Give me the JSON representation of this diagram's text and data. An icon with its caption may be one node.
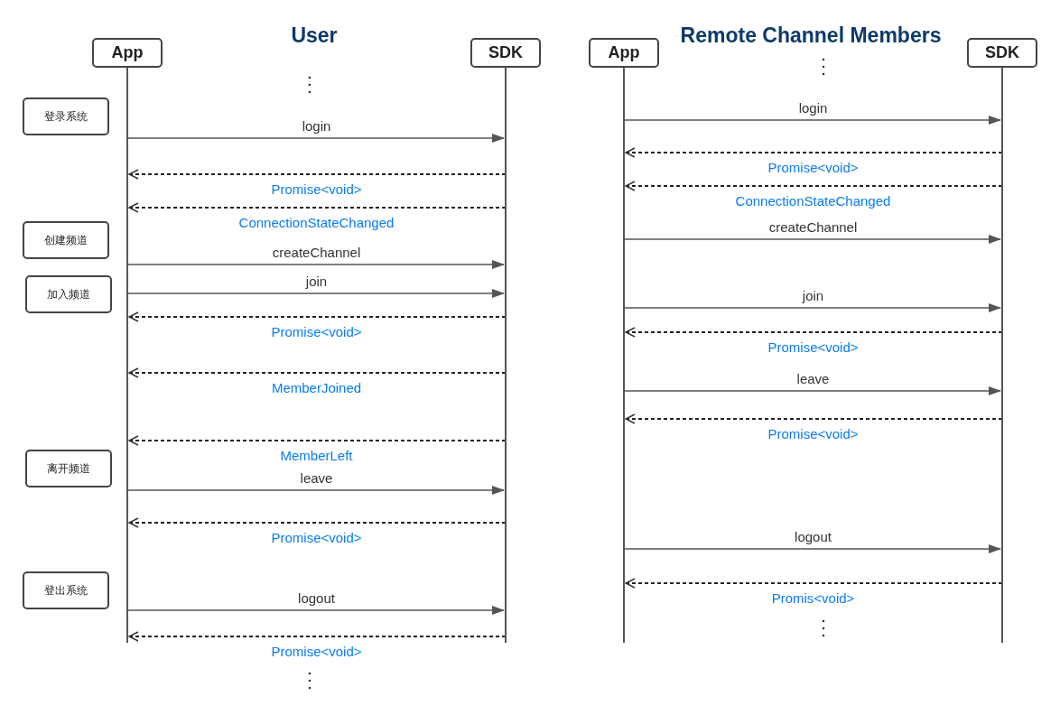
{
  "diagram": {
    "nodes": [
      {
        "text": [
          "App"
        ]
      },
      {
        "text": [
          "SDK"
        ]
      },
      {
        "text": [
          "App"
        ]
      },
      {
        "text": [
          "SDK"
        ]
      },
      {
        "text": [
          "登录系统"
        ]
      },
      {
        "text": [
          "创建频道"
        ]
      },
      {
        "text": [
          "加入频道"
        ]
      },
      {
        "text": [
          "离开频道"
        ]
      },
      {
        "text": [
          "登出系统"
        ]
      }
    ],
    "edges": [
      {
        "from": 0,
        "to": 1,
        "arrow": "to",
        "label": "login"
      },
      {
        "from": 1,
        "to": 0,
        "arrow": "to",
        "style": "dashed",
        "label": "Promise<void>"
      },
      {
        "from": 1,
        "to": 0,
        "arrow": "to",
        "style": "dashed",
        "label": "ConnectionStateChanged"
      },
      {
        "from": 0,
        "to": 1,
        "arrow": "to",
        "label": "createChannel"
      },
      {
        "from": 0,
        "to": 1,
        "arrow": "to",
        "label": "join"
      },
      {
        "from": 1,
        "to": 0,
        "arrow": "to",
        "style": "dashed",
        "label": "Promise<void>"
      },
      {
        "from": 1,
        "to": 0,
        "arrow": "to",
        "style": "dashed",
        "label": "MemberJoined"
      },
      {
        "from": 1,
        "to": 0,
        "arrow": "to",
        "style": "dashed",
        "label": "MemberLeft"
      },
      {
        "from": 0,
        "to": 1,
        "arrow": "to",
        "label": "leave"
      },
      {
        "from": 1,
        "to": 0,
        "arrow": "to",
        "style": "dashed",
        "label": "Promise<void>"
      },
      {
        "from": 0,
        "to": 1,
        "arrow": "to",
        "label": "logout"
      },
      {
        "from": 1,
        "to": 0,
        "arrow": "to",
        "style": "dashed",
        "label": "Promise<void>"
      },
      {
        "from": 2,
        "to": 3,
        "arrow": "to",
        "label": "login"
      },
      {
        "from": 3,
        "to": 2,
        "arrow": "to",
        "style": "dashed",
        "label": "Promise<void>"
      },
      {
        "from": 3,
        "to": 2,
        "arrow": "to",
        "style": "dashed",
        "label": "ConnectionStateChanged"
      },
      {
        "from": 2,
        "to": 3,
        "arrow": "to",
        "label": "createChannel"
      },
      {
        "from": 2,
        "to": 3,
        "arrow": "to",
        "label": "join"
      },
      {
        "from": 3,
        "to": 2,
        "arrow": "to",
        "style": "dashed",
        "label": "Promise<void>"
      },
      {
        "from": 2,
        "to": 3,
        "arrow": "to",
        "label": "leave"
      },
      {
        "from": 3,
        "to": 2,
        "arrow": "to",
        "style": "dashed",
        "label": "Promise<void>"
      },
      {
        "from": 2,
        "to": 3,
        "arrow": "to",
        "label": "logout"
      },
      {
        "from": 3,
        "to": 2,
        "arrow": "to",
        "style": "dashed",
        "label": "Promis<void>"
      }
    ],
    "labels": [
      "User",
      "Remote Channel Members"
    ]
  }
}
